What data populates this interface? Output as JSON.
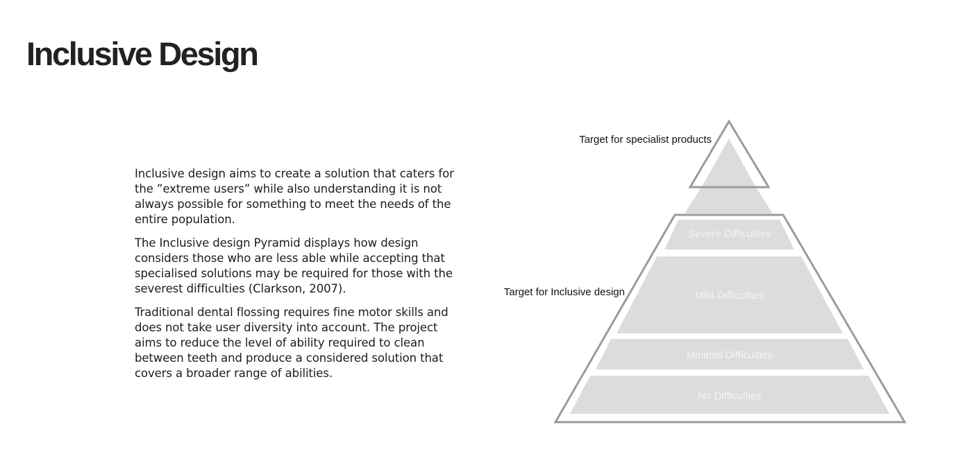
{
  "page": {
    "title": "Inclusive Design"
  },
  "body": {
    "paragraphs": [
      "Inclusive design aims to create a solution that caters for the ”extreme users” while also understanding it is not always possible for something to meet the needs of the entire population.",
      "The Inclusive design Pyramid displays how design considers those who are less able while accepting that specialised solutions may be required for those with the severest difficulties (Clarkson, 2007).",
      "Traditional dental flossing requires fine motor skills and does not take user diversity into account. The project aims to reduce the level of ability required to clean between teeth and produce a considered solution that covers a broader range of abilities."
    ]
  },
  "pyramid": {
    "tiers": [
      "Severe Difficulties",
      "Mild Difficulties",
      "Minimal Difficulties",
      "No Difficulties"
    ],
    "labels": {
      "specialist": "Target for specialist products",
      "inclusive": "Target for Inclusive design"
    },
    "colors": {
      "fill": "#dcdcdc",
      "outline": "#9b9b9b",
      "tier_text": "#f4f4f4"
    }
  }
}
